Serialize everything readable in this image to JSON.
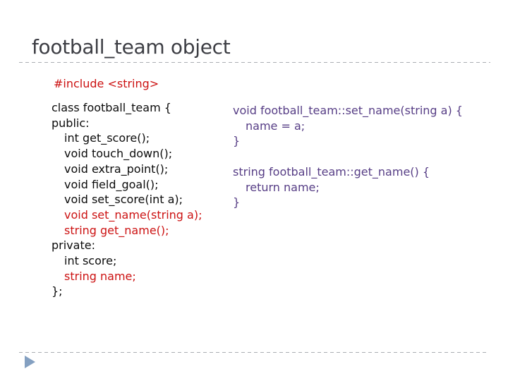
{
  "slide": {
    "title": "football_team object",
    "include_line": "#include <string>",
    "left_code": [
      {
        "text": "class football_team {",
        "color": "black",
        "indent": 0
      },
      {
        "text": "public:",
        "color": "black",
        "indent": 0
      },
      {
        "text": "int get_score();",
        "color": "black",
        "indent": 1
      },
      {
        "text": "void touch_down();",
        "color": "black",
        "indent": 1
      },
      {
        "text": "void extra_point();",
        "color": "black",
        "indent": 1
      },
      {
        "text": "void field_goal();",
        "color": "black",
        "indent": 1
      },
      {
        "text": "void set_score(int a);",
        "color": "black",
        "indent": 1
      },
      {
        "text": "void set_name(string a);",
        "color": "red",
        "indent": 1
      },
      {
        "text": "string get_name();",
        "color": "red",
        "indent": 1
      },
      {
        "text": "private:",
        "color": "black",
        "indent": 0
      },
      {
        "text": "int score;",
        "color": "black",
        "indent": 1
      },
      {
        "text": "string name;",
        "color": "red",
        "indent": 1
      },
      {
        "text": "};",
        "color": "black",
        "indent": 0
      }
    ],
    "right_code": [
      {
        "text": "void football_team::set_name(string a) {",
        "color": "purple",
        "indent": 0
      },
      {
        "text": "name = a;",
        "color": "purple",
        "indent": 1
      },
      {
        "text": "}",
        "color": "purple",
        "indent": 0
      },
      {
        "text": "",
        "color": "purple",
        "indent": 0
      },
      {
        "text": "string football_team::get_name() {",
        "color": "purple",
        "indent": 0
      },
      {
        "text": "return name;",
        "color": "purple",
        "indent": 1
      },
      {
        "text": "}",
        "color": "purple",
        "indent": 0
      }
    ],
    "colors": {
      "title": "#3d3e44",
      "black": "#0b0b0b",
      "red": "#cc1212",
      "purple": "#563d85",
      "divider": "#aaadb2",
      "arrow": "#84a0c1"
    }
  }
}
